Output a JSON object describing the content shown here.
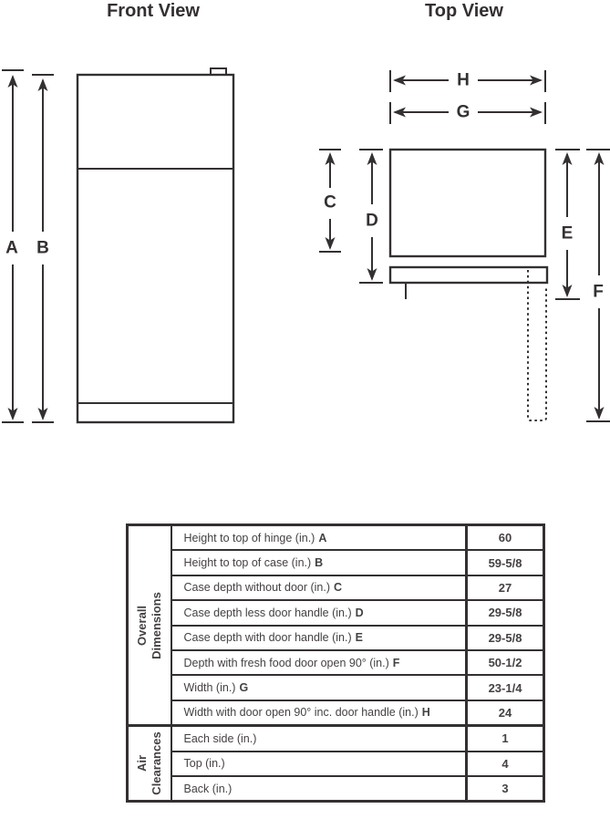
{
  "colors": {
    "ink": "#343031",
    "text": "#454142",
    "background": "#ffffff"
  },
  "titles": {
    "front_view": "Front View",
    "top_view": "Top View"
  },
  "dim_labels": {
    "a": "A",
    "b": "B",
    "c": "C",
    "d": "D",
    "e": "E",
    "f": "F",
    "g": "G",
    "h": "H"
  },
  "table": {
    "sections": [
      {
        "header_line1": "Overall",
        "header_line2": "Dimensions",
        "rows": [
          {
            "label": "Height to top of hinge (in.)",
            "letter": "A",
            "value": "60"
          },
          {
            "label": "Height to top of case (in.)",
            "letter": "B",
            "value": "59-5/8"
          },
          {
            "label": "Case depth without door (in.)",
            "letter": "C",
            "value": "27"
          },
          {
            "label": "Case depth less door handle (in.)",
            "letter": "D",
            "value": "29-5/8"
          },
          {
            "label": "Case depth with door handle (in.)",
            "letter": "E",
            "value": "29-5/8"
          },
          {
            "label": "Depth with fresh food door open 90° (in.)",
            "letter": "F",
            "value": "50-1/2"
          },
          {
            "label": "Width (in.)",
            "letter": "G",
            "value": "23-1/4"
          },
          {
            "label": "Width with door open 90° inc. door handle (in.)",
            "letter": "H",
            "value": "24"
          }
        ]
      },
      {
        "header_line1": "Air",
        "header_line2": "Clearances",
        "rows": [
          {
            "label": "Each side (in.)",
            "letter": "",
            "value": "1"
          },
          {
            "label": "Top (in.)",
            "letter": "",
            "value": "4"
          },
          {
            "label": "Back (in.)",
            "letter": "",
            "value": "3"
          }
        ]
      }
    ]
  }
}
